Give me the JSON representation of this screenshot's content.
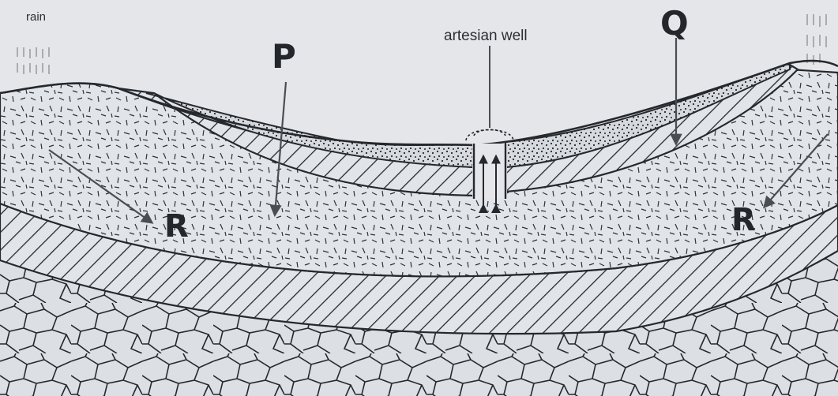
{
  "labels": {
    "rain": "rain",
    "artesian_well": "artesian well",
    "P": "P",
    "Q": "Q",
    "R_left": "R",
    "R_right": "R"
  },
  "colors": {
    "paper": "#e4e6ea",
    "ink": "#25282c",
    "bedrock": "#dcdfe3",
    "aquifer": "#e1e4e8",
    "sand": "#d6d9dd",
    "arrow": "#4a4d52"
  },
  "layers": [
    "rain-zone",
    "sand-layer",
    "impermeable-upper-hatched",
    "permeable-aquifer",
    "impermeable-lower-hatched",
    "bedrock"
  ]
}
